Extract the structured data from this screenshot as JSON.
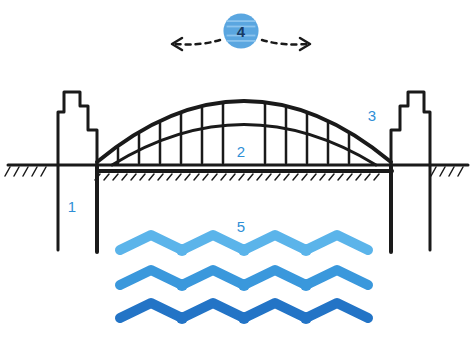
{
  "diagram": {
    "nodes": [
      {
        "text": [
          "4"
        ]
      }
    ],
    "labels": [
      "3",
      "2",
      "1",
      "5"
    ]
  }
}
